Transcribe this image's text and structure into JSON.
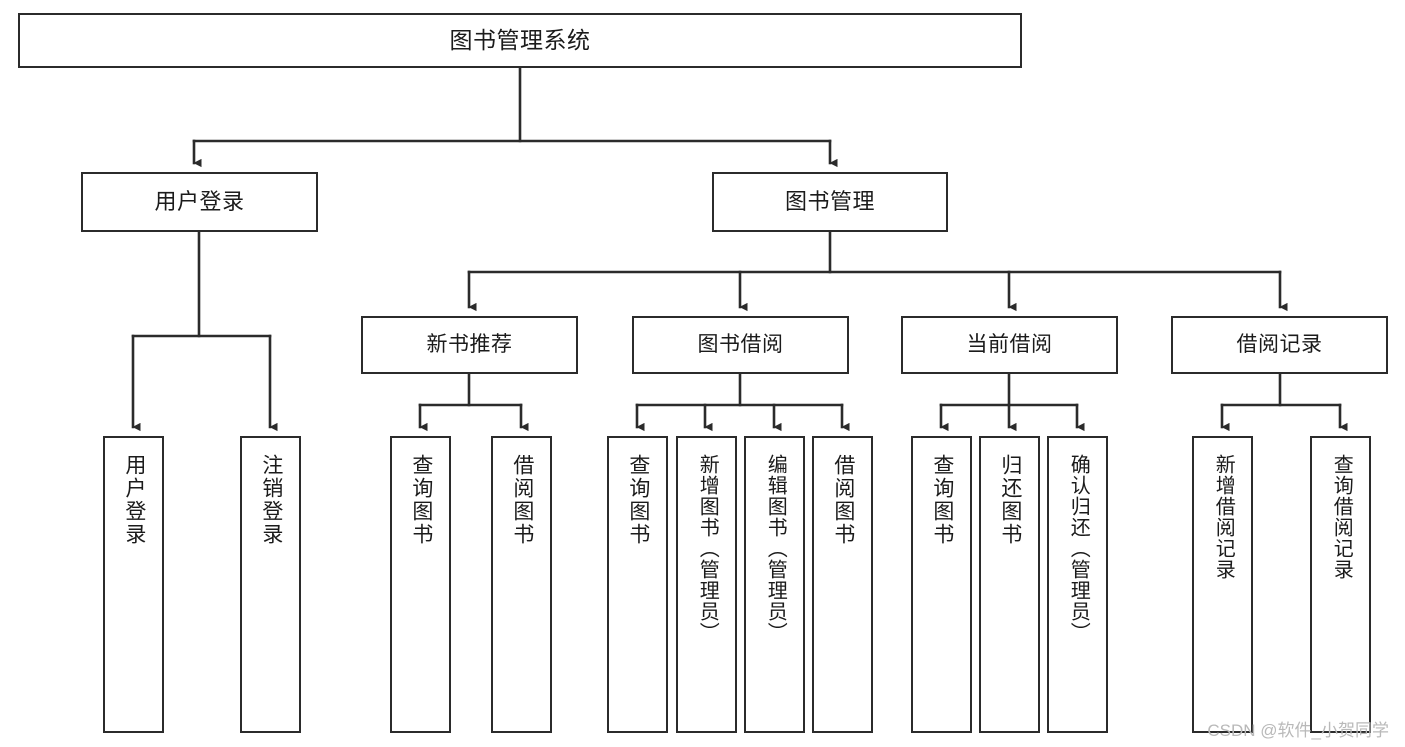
{
  "diagram": {
    "type": "tree-hierarchy-chart",
    "title": "图书管理系统",
    "background_color": "#ffffff",
    "line_color": "#2b2b2b",
    "box_border_color": "#2b2b2b",
    "text_color": "#1b1b1b"
  },
  "root": {
    "label": "图书管理系统"
  },
  "level2": [
    {
      "label": "用户登录"
    },
    {
      "label": "图书管理"
    }
  ],
  "level3": [
    {
      "label": "新书推荐"
    },
    {
      "label": "图书借阅"
    },
    {
      "label": "当前借阅"
    },
    {
      "label": "借阅记录"
    }
  ],
  "leaves": {
    "user_login": [
      {
        "label": "用户登录"
      },
      {
        "label": "注销登录"
      }
    ],
    "new_book_recommend": [
      {
        "label": "查询图书"
      },
      {
        "label": "借阅图书"
      }
    ],
    "book_borrow": [
      {
        "label": "查询图书"
      },
      {
        "label": "新增图书（管理员）"
      },
      {
        "label": "编辑图书（管理员）"
      },
      {
        "label": "借阅图书"
      }
    ],
    "current_borrow": [
      {
        "label": "查询图书"
      },
      {
        "label": "归还图书"
      },
      {
        "label": "确认归还（管理员）"
      }
    ],
    "borrow_record": [
      {
        "label": "新增借阅记录"
      },
      {
        "label": "查询借阅记录"
      }
    ]
  },
  "watermark": {
    "text": "CSDN @软件_小贺同学"
  }
}
